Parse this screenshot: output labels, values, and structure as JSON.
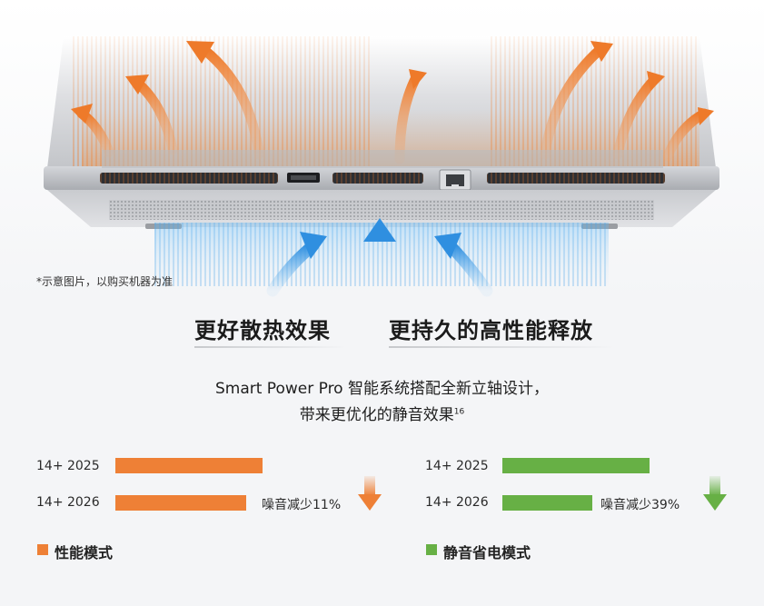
{
  "note": "*示意图片，以购买机器为准",
  "headline_left": "更好散热效果",
  "headline_right": "更持久的高性能释放",
  "desc_line1": "Smart Power Pro 智能系统搭配全新立轴设计，",
  "desc_line2": "带来更优化的静音效果",
  "desc_sup": "16",
  "colors": {
    "orange": "#ee8036",
    "green": "#67b045",
    "air_blue": "#4aa7ec"
  },
  "icons": {
    "hdmi_port": "hdmi-port-icon",
    "ethernet_port": "ethernet-port-icon"
  },
  "chart_data": [
    {
      "type": "bar",
      "orientation": "horizontal",
      "legend": "性能模式",
      "color": "#ee8036",
      "categories": [
        "14+ 2025",
        "14+ 2026"
      ],
      "values": [
        100,
        89
      ],
      "annotation": "噪音减少11%",
      "arrow": "down"
    },
    {
      "type": "bar",
      "orientation": "horizontal",
      "legend": "静音省电模式",
      "color": "#67b045",
      "categories": [
        "14+ 2025",
        "14+ 2026"
      ],
      "values": [
        100,
        61
      ],
      "annotation": "噪音减少39%",
      "arrow": "down"
    }
  ]
}
